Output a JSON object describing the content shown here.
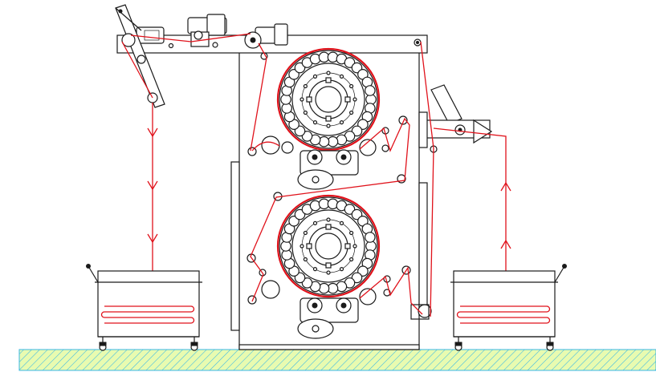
{
  "colors": {
    "web_path": "#e0121b",
    "machine_line": "#1a1a1a",
    "floor_fill": "#e8fbb0",
    "floor_hatch": "#38b7e6",
    "background": "#ffffff"
  },
  "components": {
    "cylinders": [
      {
        "id": "upper-cylinder",
        "holes": 30
      },
      {
        "id": "lower-cylinder",
        "holes": 30
      }
    ],
    "carts": [
      "feed-cart-left",
      "takeup-cart-right"
    ],
    "flow_arrows": [
      {
        "side": "left",
        "direction": "down",
        "count": 3
      },
      {
        "side": "right",
        "direction": "up",
        "count": 2
      }
    ]
  }
}
